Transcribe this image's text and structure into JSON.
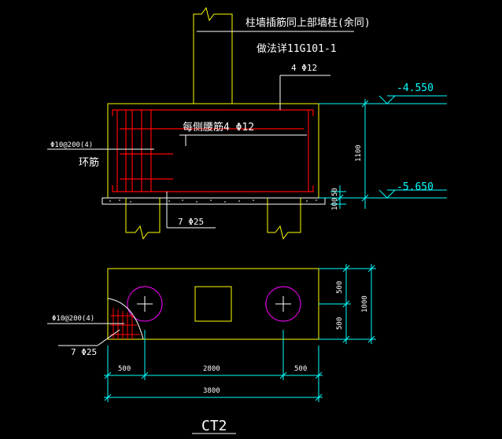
{
  "colors": {
    "background": "#000000",
    "outline": "#ffff00",
    "rebar": "#ff0000",
    "dimension": "#00ffff",
    "leader": "#00ffff",
    "text": "#ffffff",
    "pile": "#ff00ff",
    "ground": "#ffffff"
  },
  "section": {
    "note_line1": "柱墙插筋同上部墙柱(余同)",
    "note_line2": "做法详11G101-1",
    "top_bar": "4 Φ12",
    "side_bar": "每侧腰筋4 Φ12",
    "stirrup": "Φ10@200(4)",
    "stirrup_name": "环筋",
    "bottom_bar": "7 Φ25",
    "elev_top": "-4.550",
    "elev_bottom": "-5.650",
    "dim_height": "1100",
    "dim_cover": "50",
    "dim_pad": "100"
  },
  "plan": {
    "stirrup": "Φ10@200(4)",
    "bottom_bar": "7 Φ25",
    "dim_left": "500",
    "dim_mid": "2800",
    "dim_right": "500",
    "dim_total": "3800",
    "dim_half_top": "500",
    "dim_half_bottom": "500",
    "dim_width": "1000",
    "title": "CT2"
  }
}
